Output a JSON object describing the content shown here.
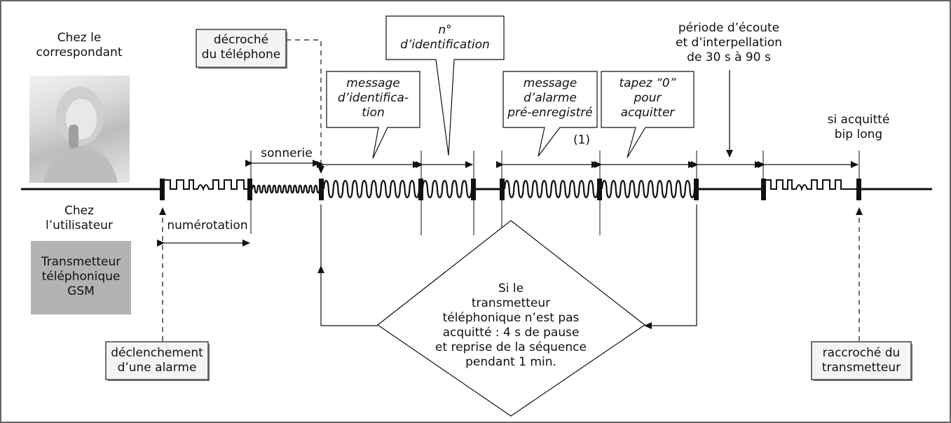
{
  "remote_side": {
    "label": "Chez le\ncorrespondant"
  },
  "user_side": {
    "label": "Chez\nl’utilisateur"
  },
  "device": {
    "label": "Transmetteur\ntéléphonique\nGSM",
    "fill": "#b3b3b3"
  },
  "callouts": {
    "pickup": "décroché\ndu téléphone",
    "id_number": "n°\nd’identification",
    "id_message": "message\nd’identifica-\ntion",
    "alarm_message": "message\nd’alarme\npré-enregistré",
    "press_zero": "tapez “0”\npour\nacquitter",
    "alarm_trigger": "déclenchement\nd’une alarme",
    "hangup": "raccroché du\ntransmetteur"
  },
  "labels": {
    "listen_period": "période d’écoute\net d’interpellation\nde 30 s à 90 s",
    "ack_beep": "si acquitté\nbip long",
    "ringing": "sonnerie",
    "dialing": "numérotation",
    "note": "(1)"
  },
  "decision": {
    "text": "Si le\ntransmetteur\ntéléphonique n’est pas\nacquitté : 4 s de pause\net reprise de la séquence\npendant 1 min."
  }
}
